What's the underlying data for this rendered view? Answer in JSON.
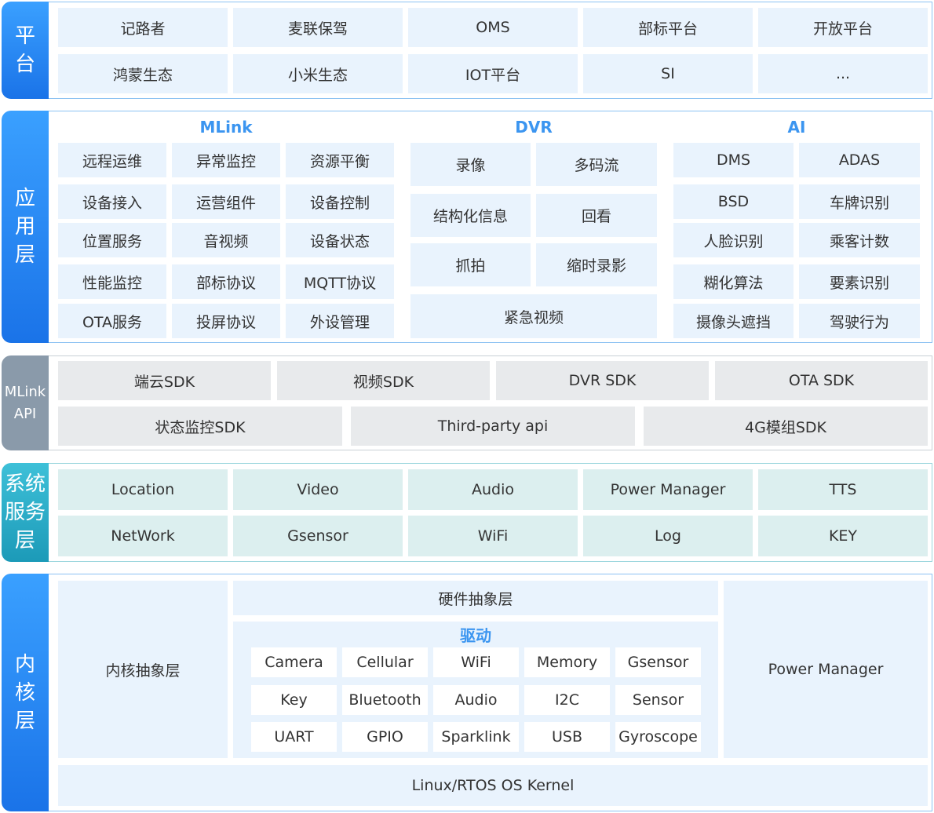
{
  "platform": {
    "label": "平台",
    "row1": [
      "记路者",
      "麦联保驾",
      "OMS",
      "部标平台",
      "开放平台"
    ],
    "row2": [
      "鸿蒙生态",
      "小米生态",
      "IOT平台",
      "SI",
      "..."
    ]
  },
  "app": {
    "label": "应用层",
    "mlink": {
      "title": "MLink",
      "rows": [
        [
          "远程运维",
          "异常监控",
          "资源平衡"
        ],
        [
          "设备接入",
          "运营组件",
          "设备控制"
        ],
        [
          "位置服务",
          "音视频",
          "设备状态"
        ],
        [
          "性能监控",
          "部标协议",
          "MQTT协议"
        ],
        [
          "OTA服务",
          "投屏协议",
          "外设管理"
        ]
      ]
    },
    "dvr": {
      "title": "DVR",
      "rows": [
        [
          "录像",
          "多码流"
        ],
        [
          "结构化信息",
          "回看"
        ],
        [
          "抓拍",
          "缩时录影"
        ]
      ],
      "wide": "紧急视频"
    },
    "ai": {
      "title": "AI",
      "rows": [
        [
          "DMS",
          "ADAS"
        ],
        [
          "BSD",
          "车牌识别"
        ],
        [
          "人脸识别",
          "乘客计数"
        ],
        [
          "糊化算法",
          "要素识别"
        ],
        [
          "摄像头遮挡",
          "驾驶行为"
        ]
      ]
    }
  },
  "api": {
    "label_line1": "MLink",
    "label_line2": "API",
    "row1": [
      "端云SDK",
      "视频SDK",
      "DVR SDK",
      "OTA SDK"
    ],
    "row2": [
      "状态监控SDK",
      "Third-party api",
      "4G模组SDK"
    ]
  },
  "services": {
    "label": "系统服务层",
    "row1": [
      "Location",
      "Video",
      "Audio",
      "Power Manager",
      "TTS"
    ],
    "row2": [
      "NetWork",
      "Gsensor",
      "WiFi",
      "Log",
      "KEY"
    ]
  },
  "kernel": {
    "label": "内核层",
    "kernel_abstraction": "内核抽象层",
    "hal": "硬件抽象层",
    "driver_title": "驱动",
    "drivers": [
      [
        "Camera",
        "Cellular",
        "WiFi",
        "Memory",
        "Gsensor"
      ],
      [
        "Key",
        "Bluetooth",
        "Audio",
        "I2C",
        "Sensor"
      ],
      [
        "UART",
        "GPIO",
        "Sparklink",
        "USB",
        "Gyroscope"
      ]
    ],
    "power": "Power Manager",
    "os": "Linux/RTOS OS Kernel"
  },
  "colors": {
    "side_blue": "#1a73e8",
    "side_grey": "#8a9aaa",
    "side_teal": "#1c9ab8",
    "header_blue": "#3b95f0",
    "box_blue": "#e9f3fd",
    "box_grey": "#e8eaec",
    "box_teal": "#dcefef"
  }
}
